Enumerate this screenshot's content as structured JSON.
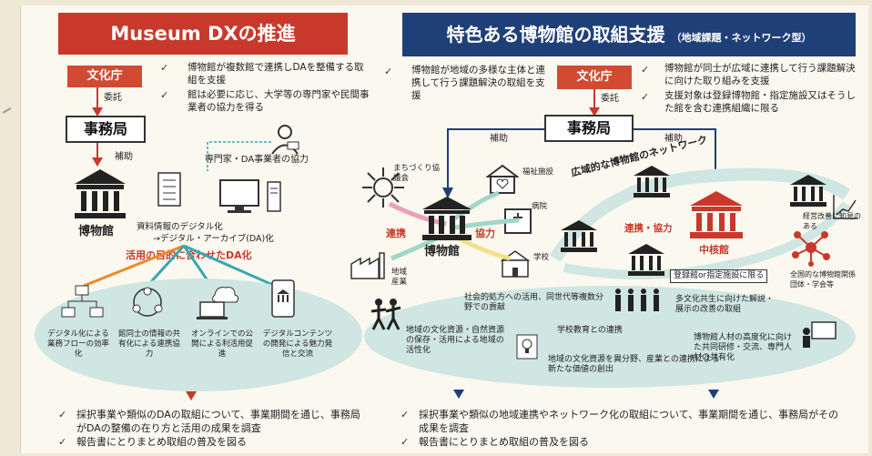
{
  "left": {
    "title": "Museum DXの推進",
    "bunkacho": "文化庁",
    "itaku": "委託",
    "jimukyoku": "事務局",
    "hojo": "補助",
    "hakubutsukan": "博物館",
    "bullets_top": [
      "博物館が複数館で連携しDAを整備する取組を支援",
      "館は必要に応じ、大学等の専門家や民間事業者の協力を得る"
    ],
    "expert": "専門家・DA事業者の協力",
    "digitize": "資料情報のデジタル化",
    "archive": "→デジタル・アーカイブ(DA)化",
    "purpose": "活用の目的に合わせたDA化",
    "outcomes": [
      "デジタル化による業務フローの効率化",
      "館同士の情報の共有化による連携協力",
      "オンラインでの公開による利活用促進",
      "デジタルコンテンツの開発による魅力発信と交流"
    ],
    "bullets_bottom": [
      "採択事業や類似のDAの取組について、事業期間を通じ、事務局がDAの整備の在り方と活用の成果を調査",
      "報告書にとりまとめ取組の普及を図る"
    ]
  },
  "right": {
    "title": "特色ある博物館の取組支援",
    "title_sub": "（地域課題・ネットワーク型）",
    "bunkacho": "文化庁",
    "itaku": "委託",
    "jimukyoku": "事務局",
    "hojo_left": "補助",
    "hojo_right": "補助",
    "bullet_left": "博物館が地域の多様な主体と連携して行う課題解決の取組を支援",
    "bullets_right": [
      "博物館が同士が広域に連携して行う課題解決に向けた取り組みを支援",
      "支援対象は登録博物館・指定施設又はそうした館を含む連携組織に限る"
    ],
    "machizukuri": "まちづくり協議会",
    "fukushi": "福祉施設",
    "byoin": "病院",
    "gakko": "学校",
    "chiiki_sangyo": "地域産業",
    "renkei": "連携",
    "kyoryoku": "協力",
    "hakubutsukan": "博物館",
    "network": "広域的な博物館のネットワーク",
    "renkei_kyoryoku": "連携・協力",
    "chukakukan": "中核館",
    "touroku": "登録館or指定施設に限る",
    "keiei": "経営改善に知見のある",
    "zenkoku": "全国的な博物館関係団体・学会等",
    "outcomes": [
      "社会的処方への活用、同世代等複数分野での貢献",
      "多文化共生に向けた解説・展示の改善の取組",
      "地域の文化資源・自然資源の保存・活用による地域の活性化",
      "学校教育との連携",
      "地域の文化資源を異分野、産業との連携による新たな価値の創出",
      "博物館人材の高度化に向けた共同研修・交流、専門人材の共有化"
    ],
    "bullets_bottom": [
      "採択事業や類似の地域連携やネットワーク化の取組について、事業期間を通じ、事務局がその成果を調査",
      "報告書にとりまとめ取組の普及を図る"
    ]
  },
  "check": "✓"
}
